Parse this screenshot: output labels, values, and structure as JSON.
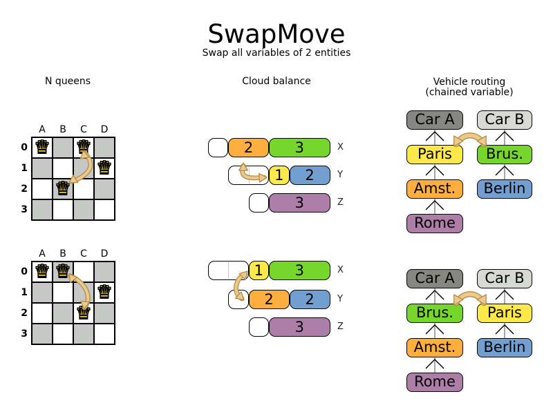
{
  "title": "SwapMove",
  "subtitle": "Swap all variables of 2 entities",
  "columns": {
    "nqueens": {
      "label": "N queens"
    },
    "cloud": {
      "label": "Cloud balance"
    },
    "vehicle": {
      "label": "Vehicle routing",
      "sublabel": "(chained variable)"
    }
  },
  "colors": {
    "orange": "#fcaf3e",
    "green": "#77d62c",
    "yellow": "#fbe84a",
    "blue": "#729fcf",
    "purple": "#ad7fa8",
    "car_dark": "#858780",
    "car_light": "#d6dad2",
    "white": "#ffffff",
    "board_gray": "#c6c8c5",
    "swap_arrow_fill": "#ecc98f",
    "swap_arrow_stroke": "#b38c42",
    "queen_gold": "#f2ca2d"
  },
  "nqueens": {
    "queen_glyph": "♛",
    "boards": [
      {
        "columns": [
          "A",
          "B",
          "C",
          "D"
        ],
        "rows": [
          "0",
          "1",
          "2",
          "3"
        ],
        "queens": [
          "A0",
          "C0",
          "D1",
          "B2"
        ],
        "swap": [
          "C0",
          "B2"
        ]
      },
      {
        "columns": [
          "A",
          "B",
          "C",
          "D"
        ],
        "rows": [
          "0",
          "1",
          "2",
          "3"
        ],
        "queens": [
          "A0",
          "B0",
          "D1",
          "C2"
        ],
        "swap": [
          "B0",
          "C2"
        ]
      }
    ]
  },
  "cloud": {
    "states": [
      {
        "rows": [
          {
            "label": "X",
            "segments": [
              {
                "units": 1,
                "color": "white"
              },
              {
                "units": 2,
                "color": "orange",
                "value": "2"
              },
              {
                "units": 3,
                "color": "green",
                "value": "3"
              }
            ]
          },
          {
            "label": "Y",
            "segments": [
              {
                "units": 2,
                "color": "white",
                "divider": true
              },
              {
                "units": 1,
                "color": "yellow",
                "value": "1"
              },
              {
                "units": 2,
                "color": "blue",
                "value": "2"
              }
            ]
          },
          {
            "label": "Z",
            "segments": [
              {
                "units": 1,
                "color": "white"
              },
              {
                "units": 3,
                "color": "purple",
                "value": "3"
              }
            ]
          }
        ],
        "swap": [
          "X:2",
          "Y:1"
        ]
      },
      {
        "rows": [
          {
            "label": "X",
            "segments": [
              {
                "units": 2,
                "color": "white",
                "divider": true
              },
              {
                "units": 1,
                "color": "yellow",
                "value": "1"
              },
              {
                "units": 3,
                "color": "green",
                "value": "3"
              }
            ]
          },
          {
            "label": "Y",
            "segments": [
              {
                "units": 1,
                "color": "white"
              },
              {
                "units": 2,
                "color": "orange",
                "value": "2"
              },
              {
                "units": 2,
                "color": "blue",
                "value": "2"
              }
            ]
          },
          {
            "label": "Z",
            "segments": [
              {
                "units": 1,
                "color": "white"
              },
              {
                "units": 3,
                "color": "purple",
                "value": "3"
              }
            ]
          }
        ],
        "swap": [
          "X:1",
          "Y:2"
        ]
      }
    ]
  },
  "vehicle": {
    "states": [
      {
        "left": [
          {
            "label": "Car A",
            "color": "car_dark"
          },
          {
            "label": "Paris",
            "color": "yellow"
          },
          {
            "label": "Amst.",
            "color": "orange"
          },
          {
            "label": "Rome",
            "color": "purple"
          }
        ],
        "right": [
          {
            "label": "Car B",
            "color": "car_light"
          },
          {
            "label": "Brus.",
            "color": "green"
          },
          {
            "label": "Berlin",
            "color": "blue"
          }
        ],
        "swap": [
          "Paris",
          "Brus."
        ]
      },
      {
        "left": [
          {
            "label": "Car A",
            "color": "car_dark"
          },
          {
            "label": "Brus.",
            "color": "green"
          },
          {
            "label": "Amst.",
            "color": "orange"
          },
          {
            "label": "Rome",
            "color": "purple"
          }
        ],
        "right": [
          {
            "label": "Car B",
            "color": "car_light"
          },
          {
            "label": "Paris",
            "color": "yellow"
          },
          {
            "label": "Berlin",
            "color": "blue"
          }
        ],
        "swap": [
          "Brus.",
          "Paris"
        ]
      }
    ]
  }
}
